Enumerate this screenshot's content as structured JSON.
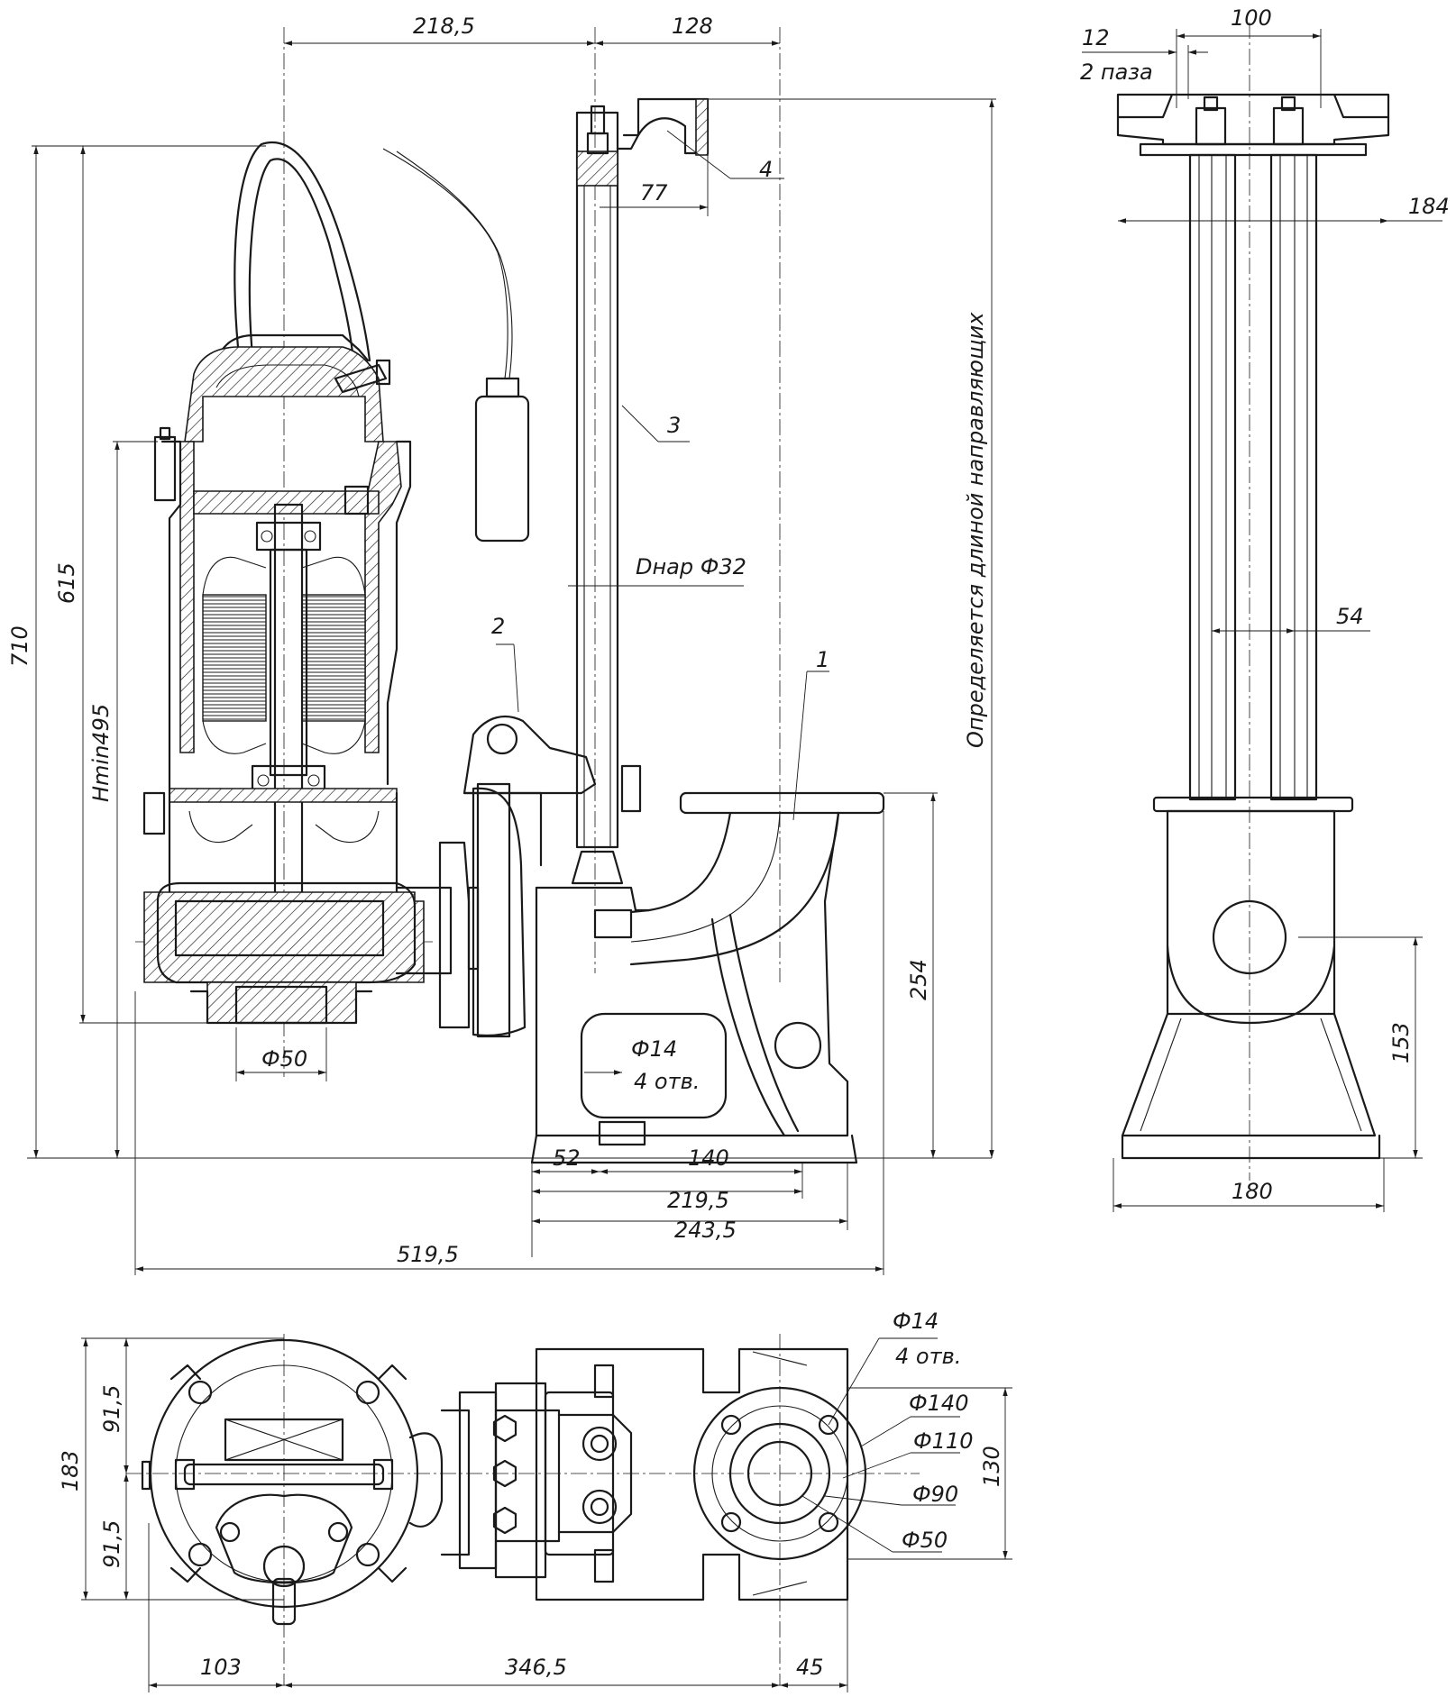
{
  "drawing": {
    "side_view": {
      "dims": {
        "d218_5": "218,5",
        "d128": "128",
        "d77": "77",
        "d710": "710",
        "d615": "615",
        "hmin": "Hmin495",
        "d_phi50": "Ф50",
        "d_phi14": "Ф14",
        "d_holes": "4 отв.",
        "d52": "52",
        "d140": "140",
        "d219_5": "219,5",
        "d243_5": "243,5",
        "d519_5": "519,5",
        "d254": "254",
        "d_pipe": "Dнар Ф32",
        "guide_note": "Определяется длиной направляющих"
      },
      "callouts": {
        "c1": "1",
        "c2": "2",
        "c3": "3",
        "c4": "4"
      }
    },
    "front_view": {
      "dims": {
        "d12": "12",
        "d100": "100",
        "slots": "2 паза",
        "d184": "184",
        "d54": "54",
        "d153": "153",
        "d180": "180"
      }
    },
    "plan_view": {
      "dims": {
        "d_phi14": "Ф14",
        "d_holes": "4 отв.",
        "d_phi140": "Ф140",
        "d_phi110": "Ф110",
        "d_phi90": "Ф90",
        "d_phi50": "Ф50",
        "d130": "130",
        "d183": "183",
        "d91_5_top": "91,5",
        "d91_5_bottom": "91,5",
        "d103": "103",
        "d346_5": "346,5",
        "d45": "45"
      }
    }
  }
}
